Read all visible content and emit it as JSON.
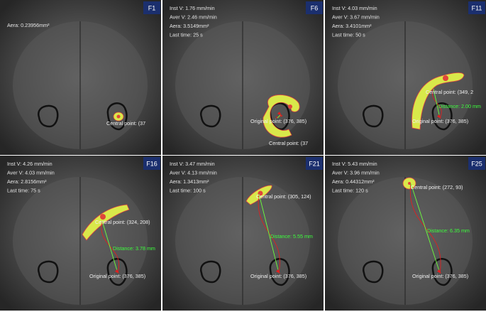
{
  "panels": [
    {
      "label": "F1",
      "stats": [
        "Aera: 0.23956mm²"
      ],
      "central": "Central point: (37",
      "original": "",
      "distance": ""
    },
    {
      "label": "F6",
      "stats": [
        "Inst V: 1.76 mm/min",
        "Aver V: 2.46 mm/min",
        "Aera: 3.5149mm²",
        "Last time: 25 s"
      ],
      "central": "Central point: (37",
      "original": "Original point: (376, 385)",
      "distance": ""
    },
    {
      "label": "F11",
      "stats": [
        "Inst V: 4.03 mm/min",
        "Aver V: 3.67 mm/min",
        "Aera: 3.4101mm²",
        "Last time: 50 s"
      ],
      "central": "Central point: (349, 2",
      "original": "Original point: (376, 385)",
      "distance": "Distance: 2.00 mm"
    },
    {
      "label": "F16",
      "stats": [
        "Inst V: 4.26 mm/min",
        "Aver V: 4.03 mm/min",
        "Aera: 2.8156mm²",
        "Last time: 75 s"
      ],
      "central": "Central point: (324, 208)",
      "original": "Original point: (376, 385)",
      "distance": "Distance: 3.78 mm"
    },
    {
      "label": "F21",
      "stats": [
        "Inst V: 3.47 mm/min",
        "Aver V: 4.13 mm/min",
        "Aera: 1.3413mm²",
        "Last time: 100 s"
      ],
      "central": "Central point: (305, 124)",
      "original": "Original point: (376, 385)",
      "distance": "Distance: 5.55 mm"
    },
    {
      "label": "F25",
      "stats": [
        "Inst V: 5.43 mm/min",
        "Aver V: 3.96 mm/min",
        "Aera: 0.44312mm²",
        "Last time: 120 s"
      ],
      "central": "Central point: (272, 93)",
      "original": "Original point: (376, 385)",
      "distance": "Distance: 6.35 mm"
    }
  ],
  "colors": {
    "label_bg": "#1b2f6e",
    "distance_text": "#3cff3c",
    "path_line": "#e02020",
    "straight_line": "#6cff3c",
    "blob_fill": "#d9e84a",
    "blob_core": "#e0453a"
  }
}
